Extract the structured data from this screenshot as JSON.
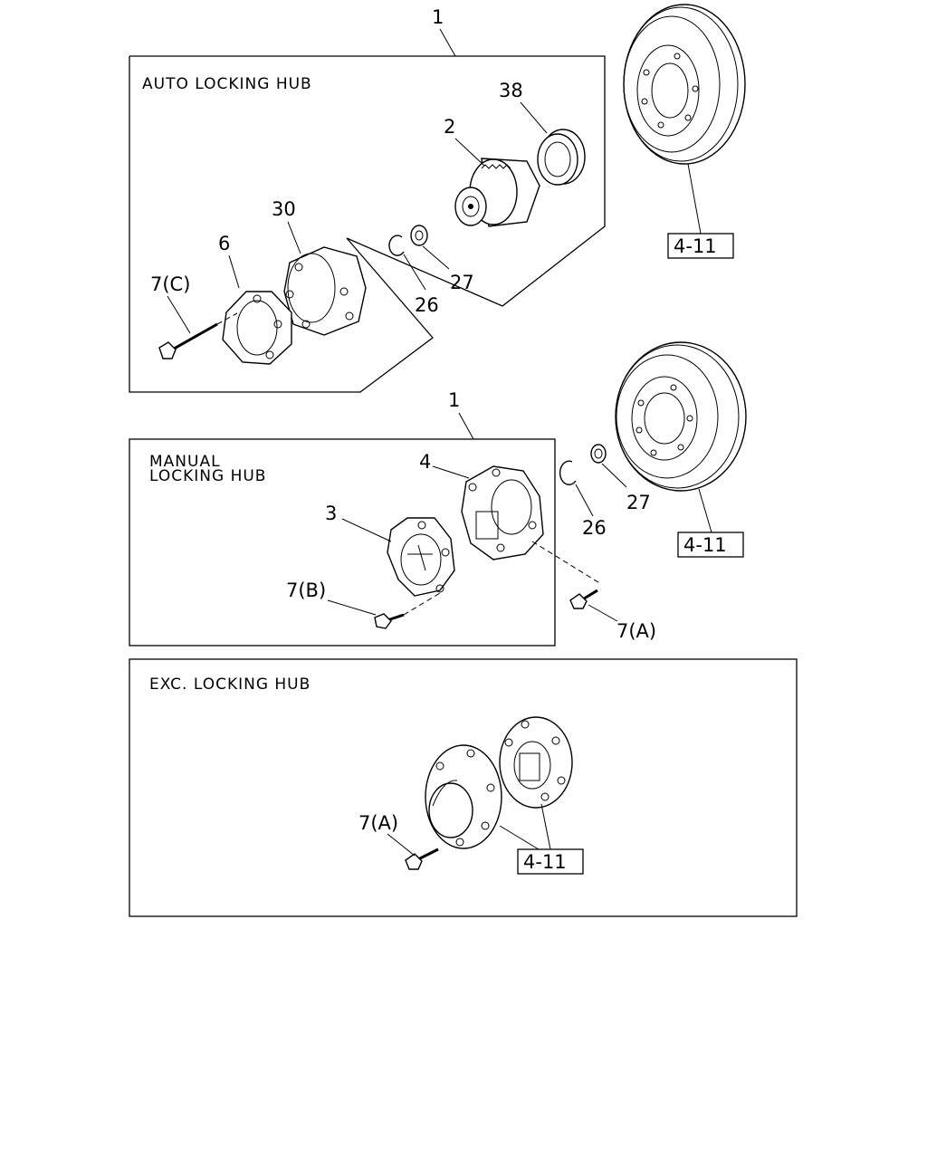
{
  "sections": {
    "auto": {
      "title": "AUTO LOCKING HUB"
    },
    "manual": {
      "title_line1": "MANUAL",
      "title_line2": "LOCKING HUB"
    },
    "exc": {
      "title": "EXC. LOCKING HUB"
    }
  },
  "callouts": {
    "auto_1": "1",
    "auto_38": "38",
    "auto_2": "2",
    "auto_30": "30",
    "auto_6": "6",
    "auto_7c": "7(C)",
    "auto_27": "27",
    "auto_26": "26",
    "auto_ref": "4-11",
    "manual_1": "1",
    "manual_4": "4",
    "manual_3": "3",
    "manual_7b": "7(B)",
    "manual_7a": "7(A)",
    "manual_26": "26",
    "manual_27": "27",
    "manual_ref": "4-11",
    "exc_7a": "7(A)",
    "exc_ref": "4-11"
  }
}
